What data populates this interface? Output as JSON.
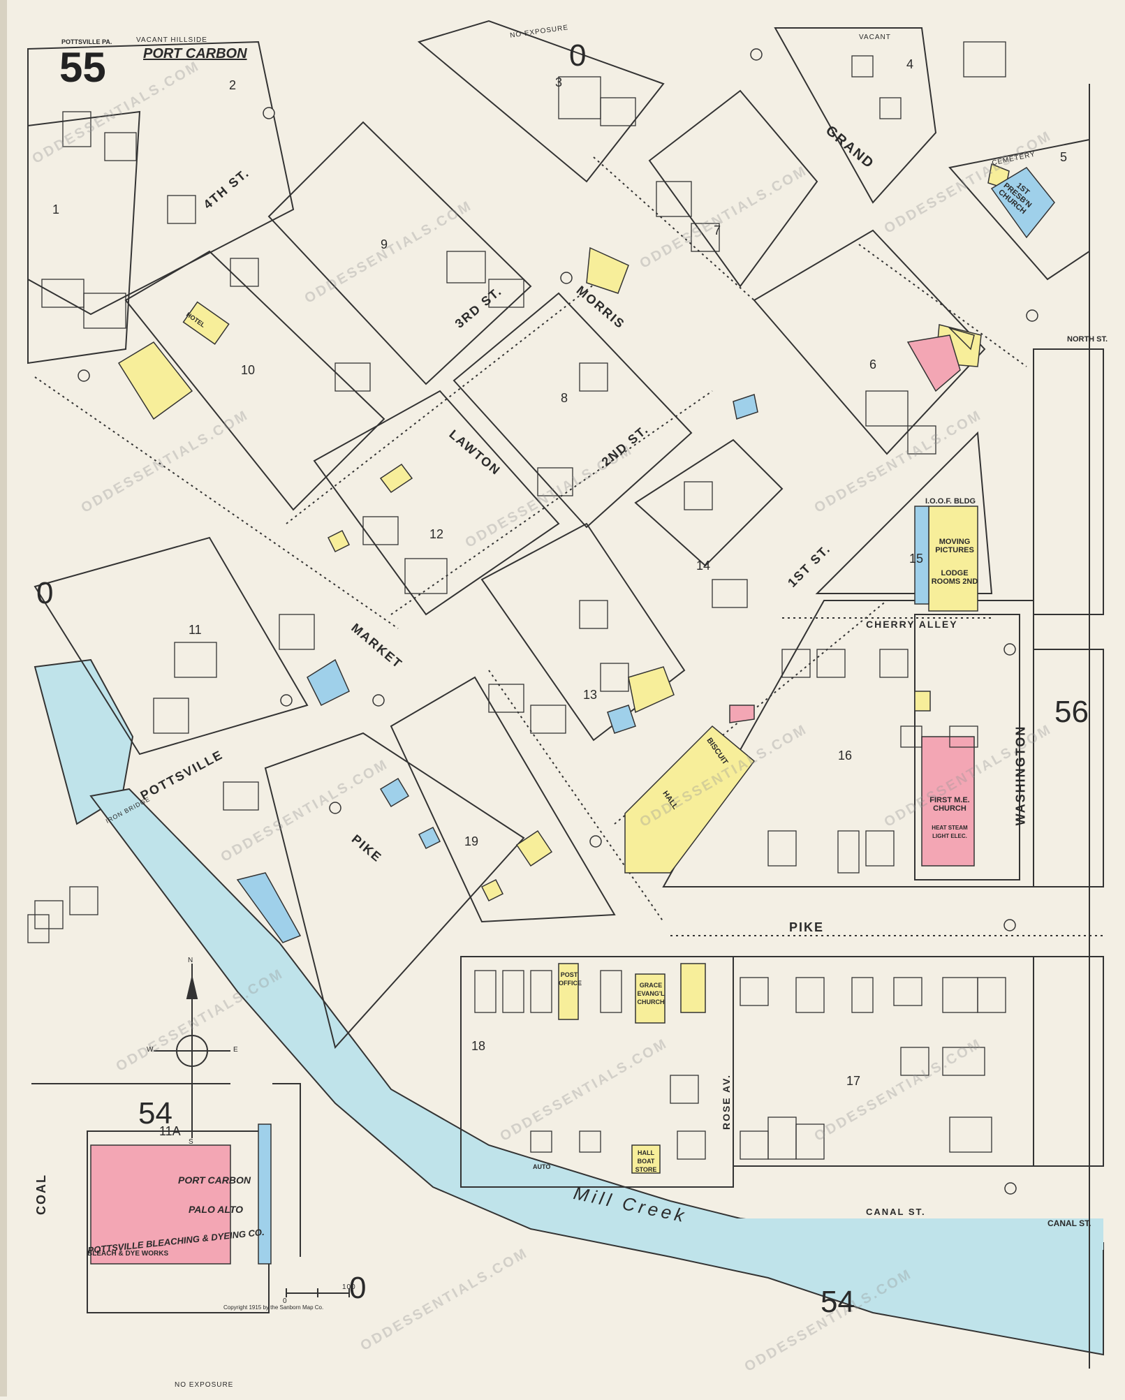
{
  "sheet": {
    "number": "55",
    "town": "PORT CARBON",
    "header_note": "POTTSVILLE PA.",
    "top_note": "VACANT HILLSIDE",
    "copyright": "Copyright 1915 by the Sanborn Map Co."
  },
  "adjoining_sheets": {
    "right": "56",
    "inset": "54",
    "bottom": "54",
    "left": "0",
    "top": "0"
  },
  "exposure_notes": {
    "top": "NO EXPOSURE",
    "bottom": "NO EXPOSURE",
    "vacant": "VACANT",
    "cemetery": "CEMETERY"
  },
  "streets": {
    "grand": "GRAND",
    "fourth": "4TH ST.",
    "third": "3RD ST.",
    "morris": "MORRIS",
    "lawton": "LAWTON",
    "second": "2ND ST.",
    "first": "1ST ST.",
    "market": "MARKET",
    "pottsville": "POTTSVILLE",
    "pike_left": "PIKE",
    "pike_right": "PIKE",
    "cherry_alley": "CHERRY ALLEY",
    "washington": "WASHINGTON",
    "rose_av": "ROSE AV.",
    "canal": "CANAL ST.",
    "canal_right": "CANAL ST.",
    "north": "NORTH ST.",
    "coal": "COAL"
  },
  "water": {
    "creek": "Mill Creek",
    "bridge": "IRON BRIDGE"
  },
  "blocks": [
    "1",
    "2",
    "3",
    "4",
    "5",
    "6",
    "7",
    "8",
    "9",
    "10",
    "11",
    "12",
    "13",
    "14",
    "15",
    "16",
    "17",
    "18",
    "19",
    "11A"
  ],
  "buildings": {
    "presb_church": "1ST PRESB'N CHURCH",
    "iogf": "I.O.O.F. BLDG",
    "moving_pictures": "MOVING PICTURES",
    "lodge_rooms": "LODGE ROOMS 2ND",
    "first_me_church": "FIRST M.E. CHURCH",
    "me_church_note": "HEAT STEAM LIGHT ELEC.",
    "grace_church": "GRACE EVANG'L CHURCH",
    "post_office": "POST OFFICE",
    "hall": "HALL",
    "hall_storage": "HALL BOAT STORE",
    "biscuit": "BISCUIT",
    "bleach": "POTTSVILLE BLEACHING & DYEING CO.",
    "bleach_sub": "BLEACH & DYE WORKS",
    "port_carbon": "PORT CARBON",
    "palo_alto": "PALO ALTO",
    "hotel": "HOTEL",
    "auto": "AUTO"
  },
  "colors": {
    "paper": "#f3efe4",
    "brick": "#f3a6b4",
    "frame": "#f7ee9a",
    "stone": "#9fd0ea",
    "water": "#bfe3ea",
    "ink": "#2a2a2a"
  },
  "watermark": "ODDESSENTIALS.COM",
  "scale": {
    "start": "0",
    "end": "100",
    "mark": "0"
  },
  "compass": {
    "n": "N",
    "s": "S",
    "e": "E",
    "w": "W"
  }
}
